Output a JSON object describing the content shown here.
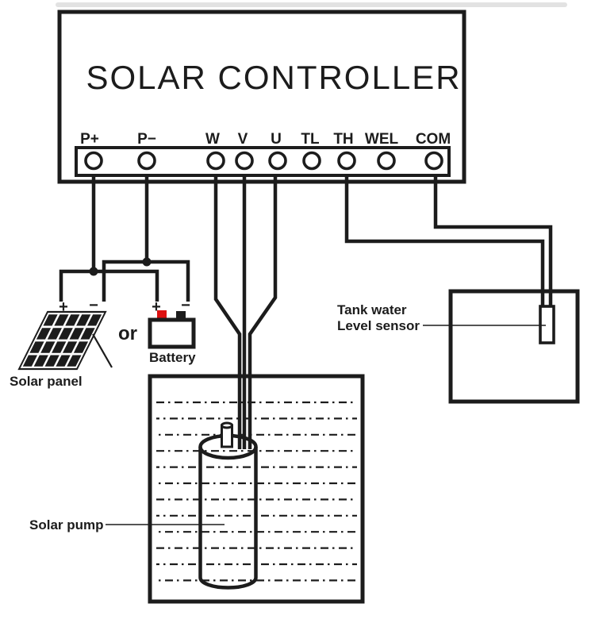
{
  "colors": {
    "line": "#1c1c1c",
    "red": "#dd1111",
    "background": "#ffffff"
  },
  "controller": {
    "title": "SOLAR CONTROLLER",
    "terminals": [
      "P+",
      "P−",
      "W",
      "V",
      "U",
      "TL",
      "TH",
      "WEL",
      "COM"
    ]
  },
  "solar_branch": {
    "panel_label": "Solar panel",
    "panel_plus": "+",
    "panel_minus": "−",
    "or_label": "or",
    "battery_label": "Battery",
    "battery_plus": "+",
    "battery_minus": "−",
    "panel_grid": {
      "rows": 4,
      "cols": 5
    }
  },
  "tank": {
    "label_line1": "Tank water",
    "label_line2": "Level sensor"
  },
  "well": {
    "pump_label": "Solar pump",
    "water_line_rows": 12
  }
}
